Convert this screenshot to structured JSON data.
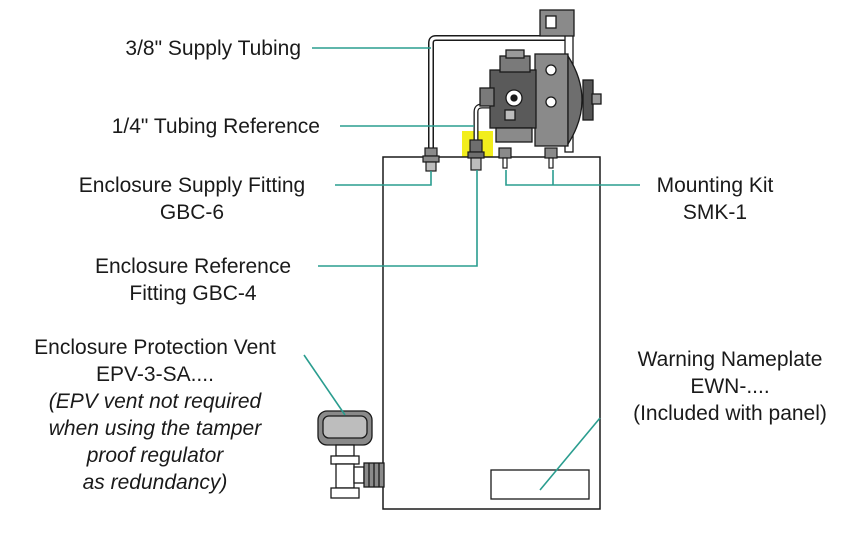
{
  "colors": {
    "leader": "#2a9d8f",
    "highlight": "#f2ee1c",
    "outline": "#1a1a1a",
    "equipment_fill": "#9a9a9a",
    "equipment_dark": "#6e6e6e"
  },
  "labels": {
    "supply_tubing": "3/8\" Supply Tubing",
    "tubing_reference": "1/4\" Tubing Reference",
    "supply_fitting": {
      "line1": "Enclosure Supply Fitting",
      "line2": "GBC-6"
    },
    "reference_fitting": {
      "line1": "Enclosure Reference",
      "line2": "Fitting GBC-4"
    },
    "protection_vent": {
      "line1": "Enclosure Protection Vent",
      "line2": "EPV-3-SA....",
      "note1": "(EPV vent not required",
      "note2": "when using the tamper",
      "note3": "proof regulator",
      "note4": "as redundancy)"
    },
    "mounting_kit": {
      "line1": "Mounting Kit",
      "line2": "SMK-1"
    },
    "warning_nameplate": {
      "line1": "Warning Nameplate",
      "line2": "EWN-....",
      "line3": "(Included with panel)"
    }
  }
}
